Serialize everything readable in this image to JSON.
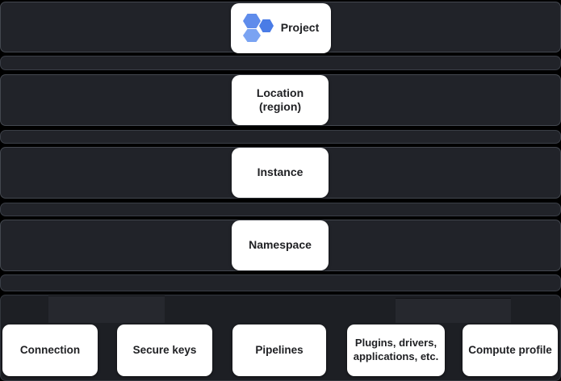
{
  "hierarchy": [
    {
      "id": "project",
      "label": "Project",
      "icon": "hexagon-cluster-icon"
    },
    {
      "id": "location",
      "label": "Location\n(region)"
    },
    {
      "id": "instance",
      "label": "Instance"
    },
    {
      "id": "namespace",
      "label": "Namespace"
    }
  ],
  "namespace_items": [
    {
      "id": "connection",
      "label": "Connection"
    },
    {
      "id": "secure-keys",
      "label": "Secure keys"
    },
    {
      "id": "pipelines",
      "label": "Pipelines"
    },
    {
      "id": "plugins",
      "label": "Plugins, drivers,\napplications, etc."
    },
    {
      "id": "compute-profile",
      "label": "Compute profile"
    }
  ],
  "colors": {
    "background": "#000000",
    "band_fill": "#212329",
    "band_border": "#43474f",
    "panel_fill": "#1d1f24",
    "patch_fill": "#26282e",
    "card_fill": "#ffffff",
    "card_text": "#202124",
    "hex_blue_1": "#5f8ceb",
    "hex_blue_2": "#4a7ce6",
    "hex_blue_3": "#7aa3f2"
  }
}
